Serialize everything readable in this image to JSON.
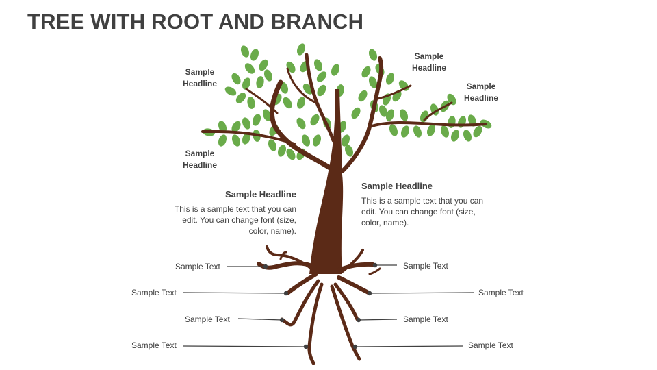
{
  "title": "TREE WITH ROOT AND BRANCH",
  "colors": {
    "trunk": "#5b2a17",
    "leaf": "#6aab4a",
    "text": "#404040",
    "connector": "#404040"
  },
  "branch_headlines": [
    "Sample\nHeadline",
    "Sample\nHeadline",
    "Sample\nHeadline",
    "Sample\nHeadline"
  ],
  "text_blocks": [
    {
      "headline": "Sample Headline",
      "body": "This is a sample text that you can edit. You can change font (size, color, name)."
    },
    {
      "headline": "Sample Headline",
      "body": "This is a sample text that you can edit. You can change font (size, color, name)."
    }
  ],
  "root_labels": [
    "Sample Text",
    "Sample Text",
    "Sample Text",
    "Sample Text",
    "Sample Text",
    "Sample Text",
    "Sample Text",
    "Sample Text"
  ]
}
